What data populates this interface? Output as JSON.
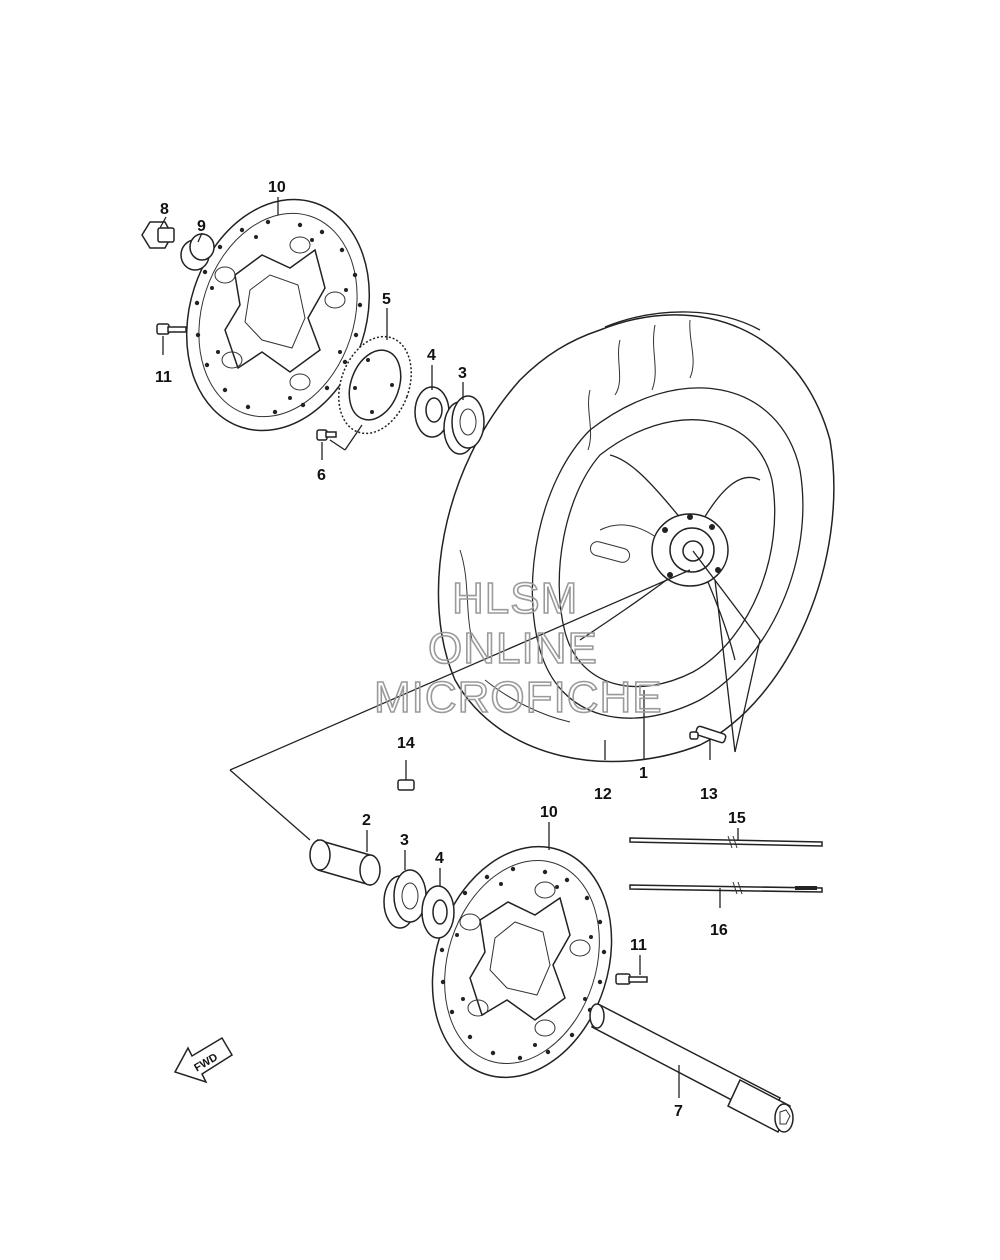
{
  "watermark": {
    "line1": "HLSM",
    "line2": "ONLINE",
    "line3": "MICROFICHE"
  },
  "fwd_label": "FWD",
  "callouts": {
    "p1": "1",
    "p2": "2",
    "p3a": "3",
    "p3b": "3",
    "p4a": "4",
    "p4b": "4",
    "p5": "5",
    "p6": "6",
    "p7": "7",
    "p8": "8",
    "p9": "9",
    "p10a": "10",
    "p10b": "10",
    "p11a": "11",
    "p11b": "11",
    "p12": "12",
    "p13": "13",
    "p14": "14",
    "p15": "15",
    "p16": "16"
  }
}
